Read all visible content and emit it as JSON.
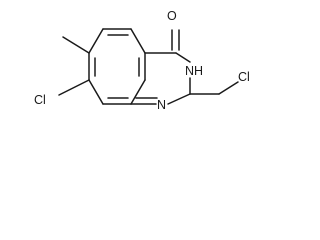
{
  "molecule": {
    "atoms": {
      "oxygen": "O",
      "nh": "NH",
      "ring_n": "N",
      "cl_left": "Cl",
      "cl_right": "Cl"
    }
  },
  "colors": {
    "ink": "#1a1a1a",
    "background": "#ffffff"
  }
}
